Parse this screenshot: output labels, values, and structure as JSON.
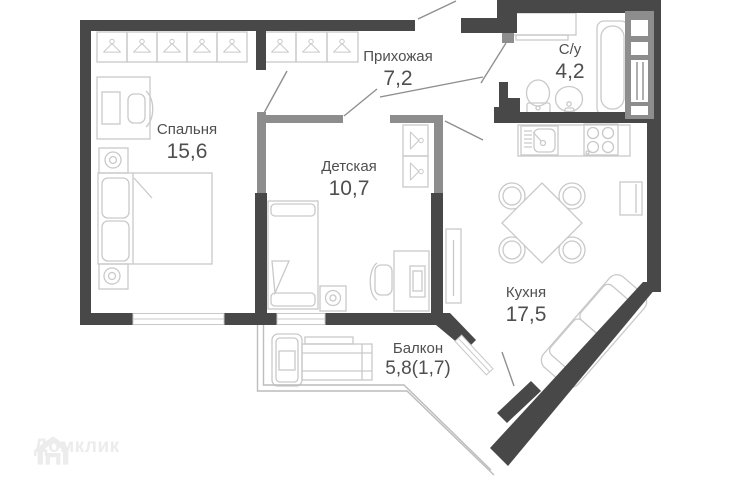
{
  "rooms": [
    {
      "id": "bedroom",
      "name": "Спальня",
      "area": "15,6"
    },
    {
      "id": "hallway",
      "name": "Прихожая",
      "area": "7,2"
    },
    {
      "id": "children",
      "name": "Детская",
      "area": "10,7"
    },
    {
      "id": "bathroom",
      "name": "С/у",
      "area": "4,2"
    },
    {
      "id": "kitchen",
      "name": "Кухня",
      "area": "17,5"
    },
    {
      "id": "balcony",
      "name": "Балкон",
      "area": "5,8(1,7)"
    }
  ],
  "watermark": {
    "text": "Домклик"
  },
  "colors": {
    "wall": "#484848",
    "part": "#8d8d8d",
    "furn": "#c9c9c9",
    "line": "#8f8f8f",
    "thin": "#bcbcbc",
    "text": "#4f4f4f",
    "wm": "#ececec"
  }
}
